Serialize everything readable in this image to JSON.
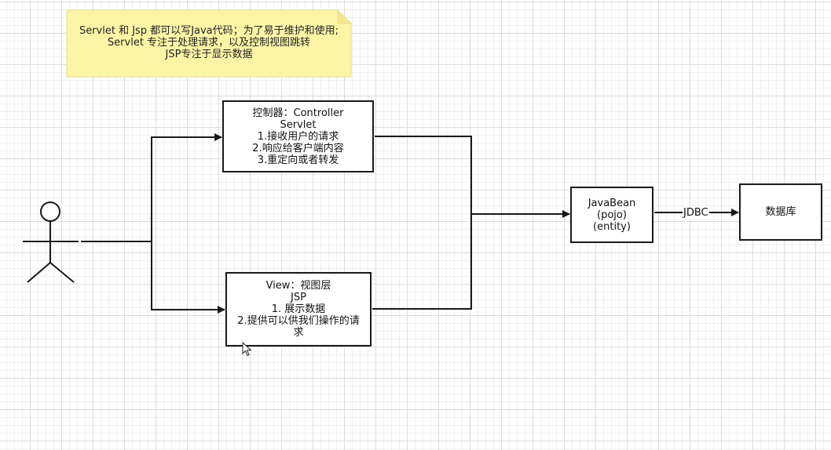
{
  "note": {
    "lines": [
      "Servlet 和 Jsp  都可以写Java代码；为了易于维护和使用;",
      "Servlet 专注于处理请求，以及控制视图跳转",
      "JSP专注于显示数据"
    ],
    "fill": "#fdf5a6",
    "fold": "#f2e98c"
  },
  "controller": {
    "lines": [
      "控制器：Controller",
      "Servlet",
      "1.接收用户的请求",
      "2.响应给客户端内容",
      "3.重定向或者转发"
    ]
  },
  "view": {
    "lines": [
      "View：视图层",
      "JSP",
      "1. 展示数据",
      "2.提供可以供我们操作的请求"
    ]
  },
  "javabean": {
    "lines": [
      "JavaBean",
      "(pojo)",
      "(entity)"
    ]
  },
  "database": {
    "label": "数据库"
  },
  "edges": {
    "jdbc_label": "JDBC"
  },
  "colors": {
    "stroke": "#1a1a1a",
    "grid": "#dcdcdc"
  }
}
